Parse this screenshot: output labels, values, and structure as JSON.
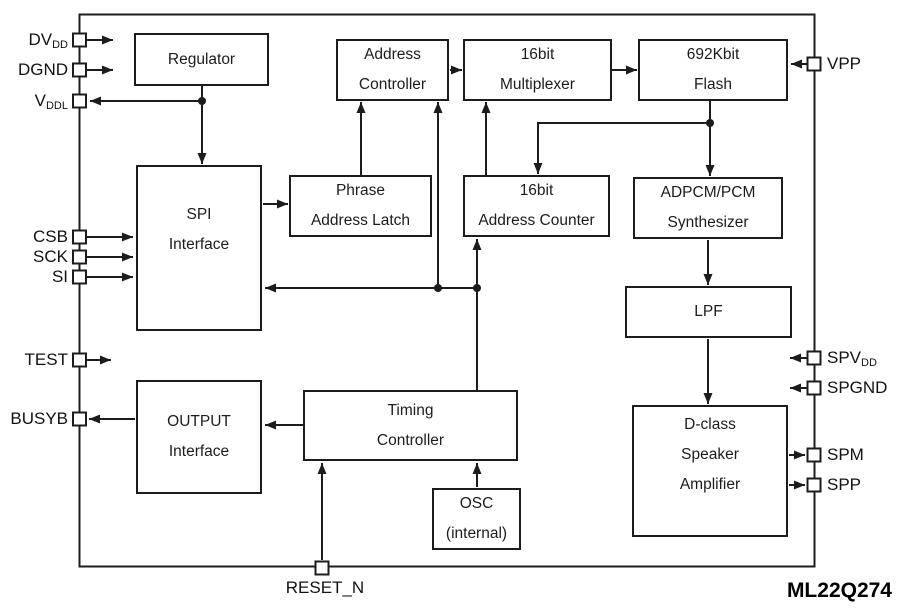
{
  "diagram": {
    "part_number": "ML22Q274",
    "colors": {
      "line": "#1c1c1c",
      "background": "#ffffff",
      "text": "#1c1c1c"
    },
    "blocks": {
      "regulator": {
        "lines": [
          "Regulator"
        ]
      },
      "address_controller": {
        "lines": [
          "Address",
          "Controller"
        ]
      },
      "multiplexer": {
        "lines": [
          "16bit",
          "Multiplexer"
        ]
      },
      "flash": {
        "lines": [
          "692Kbit",
          "Flash"
        ]
      },
      "spi_interface": {
        "lines": [
          "SPI",
          "Interface"
        ]
      },
      "phrase_latch": {
        "lines": [
          "Phrase",
          "Address Latch"
        ]
      },
      "address_counter": {
        "lines": [
          "16bit",
          "Address Counter"
        ]
      },
      "synthesizer": {
        "lines": [
          "ADPCM/PCM",
          "Synthesizer"
        ]
      },
      "lpf": {
        "lines": [
          "LPF"
        ]
      },
      "output_interface": {
        "lines": [
          "OUTPUT",
          "Interface"
        ]
      },
      "timing_controller": {
        "lines": [
          "Timing",
          "Controller"
        ]
      },
      "osc": {
        "lines": [
          "OSC",
          "(internal)"
        ]
      },
      "dclass_amplifier": {
        "lines": [
          "D-class",
          "Speaker",
          "Amplifier"
        ]
      }
    },
    "pins": {
      "dvdd": {
        "base": "DV",
        "sub": "DD"
      },
      "dgnd": {
        "base": "DGND"
      },
      "vddl": {
        "base": "V",
        "sub": "DDL"
      },
      "csb": {
        "base": "CSB"
      },
      "sck": {
        "base": "SCK"
      },
      "si": {
        "base": "SI"
      },
      "test": {
        "base": "TEST"
      },
      "busyb": {
        "base": "BUSYB"
      },
      "vpp": {
        "base": "VPP"
      },
      "spvdd": {
        "base": "SPV",
        "sub": "DD"
      },
      "spgnd": {
        "base": "SPGND"
      },
      "spm": {
        "base": "SPM"
      },
      "spp": {
        "base": "SPP"
      },
      "reset_n": {
        "base": "RESET_N"
      }
    }
  }
}
